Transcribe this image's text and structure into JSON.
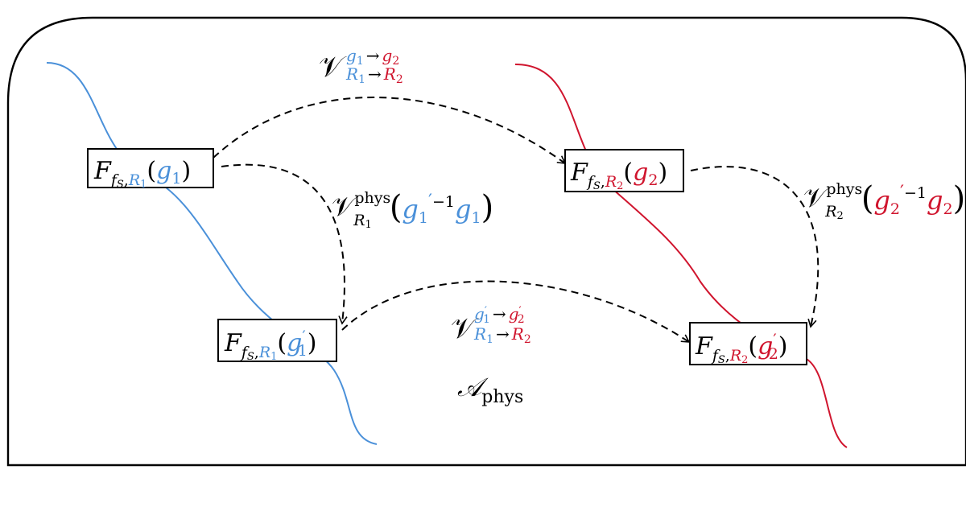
{
  "colors": {
    "blue": "#4a90d9",
    "red": "#d0152e",
    "ink": "#000000"
  },
  "region_label": {
    "main": "𝒜",
    "sub": "phys"
  },
  "nodes": {
    "n1": {
      "F": "F",
      "fS": "f",
      "S": "S",
      "sep": ",",
      "R": "R",
      "Rsub": "1",
      "lp": "(",
      "g": "g",
      "gsub": "1",
      "prime": "",
      "rp": ")"
    },
    "n2": {
      "F": "F",
      "fS": "f",
      "S": "S",
      "sep": ",",
      "R": "R",
      "Rsub": "2",
      "lp": "(",
      "g": "g",
      "gsub": "2",
      "prime": "",
      "rp": ")"
    },
    "n3": {
      "F": "F",
      "fS": "f",
      "S": "S",
      "sep": ",",
      "R": "R",
      "Rsub": "1",
      "lp": "(",
      "g": "g",
      "gsub": "1",
      "prime": "′",
      "rp": ")"
    },
    "n4": {
      "F": "F",
      "fS": "f",
      "S": "S",
      "sep": ",",
      "R": "R",
      "Rsub": "2",
      "lp": "(",
      "g": "g",
      "gsub": "2",
      "prime": "′",
      "rp": ")"
    }
  },
  "arrow_labels": {
    "top": {
      "V": "𝒱",
      "g_from": "g",
      "g_from_sub": "1",
      "g_to": "g",
      "g_to_sub": "2",
      "arrow": "→",
      "R_from": "R",
      "R_from_sub": "1",
      "R_to": "R",
      "R_to_sub": "2",
      "prime": ""
    },
    "bottom": {
      "V": "𝒱",
      "g_from": "g",
      "g_from_sub": "1",
      "g_to": "g",
      "g_to_sub": "2",
      "arrow": "→",
      "R_from": "R",
      "R_from_sub": "1",
      "R_to": "R",
      "R_to_sub": "2",
      "prime": "′"
    },
    "left": {
      "V": "𝒱",
      "sup": "phys",
      "R": "R",
      "Rsub": "1",
      "lp": "(",
      "g": "g",
      "gsub": "1",
      "prime": "′",
      "inv": "−1",
      "rp": ")"
    },
    "right": {
      "V": "𝒱",
      "sup": "phys",
      "R": "R",
      "Rsub": "2",
      "lp": "(",
      "g": "g",
      "gsub": "2",
      "prime": "′",
      "inv": "−1",
      "rp": ")"
    }
  }
}
